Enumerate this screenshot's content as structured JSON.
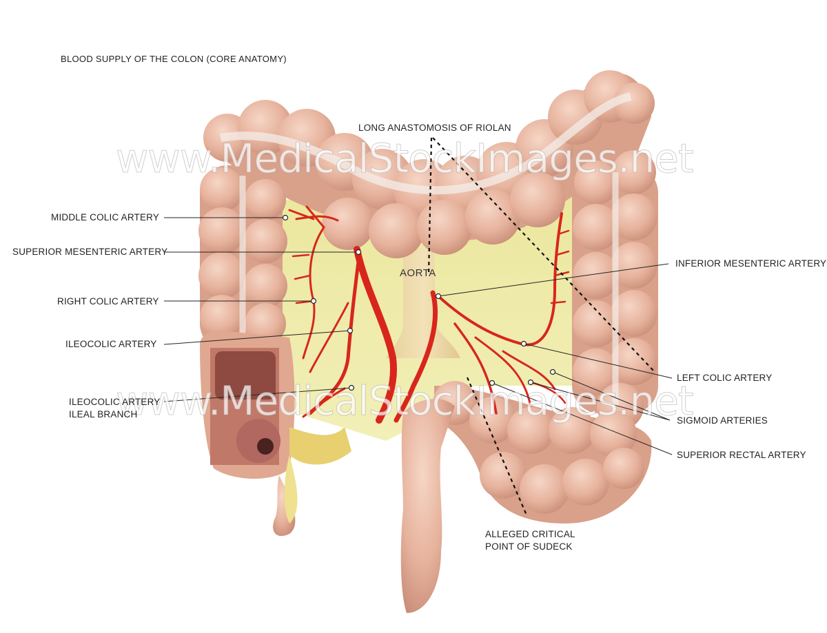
{
  "title": "BLOOD SUPPLY OF THE COLON (CORE ANATOMY)",
  "watermark": "www.MedicalStockImages.net",
  "labels": {
    "aorta": "AORTA",
    "long_anastomosis": "LONG ANASTOMOSIS OF RIOLAN",
    "middle_colic": "MIDDLE COLIC ARTERY",
    "superior_mesenteric": "SUPERIOR MESENTERIC ARTERY",
    "right_colic": "RIGHT COLIC ARTERY",
    "ileocolic": "ILEOCOLIC ARTERY",
    "ileocolic_ileal_1": "ILEOCOLIC ARTERY",
    "ileocolic_ileal_2": "ILEAL BRANCH",
    "inferior_mesenteric": "INFERIOR MESENTERIC ARTERY",
    "left_colic": "LEFT COLIC ARTERY",
    "sigmoid": "SIGMOID ARTERIES",
    "superior_rectal": "SUPERIOR RECTAL ARTERY",
    "sudeck_1": "ALLEGED CRITICAL",
    "sudeck_2": "POINT OF SUDECK"
  },
  "colors": {
    "colon_fill": "#e8b8a0",
    "colon_shade": "#c98f78",
    "mesentery": "#e9e59a",
    "artery": "#d8261c",
    "aorta": "#f0d8a8",
    "background": "#ffffff"
  }
}
